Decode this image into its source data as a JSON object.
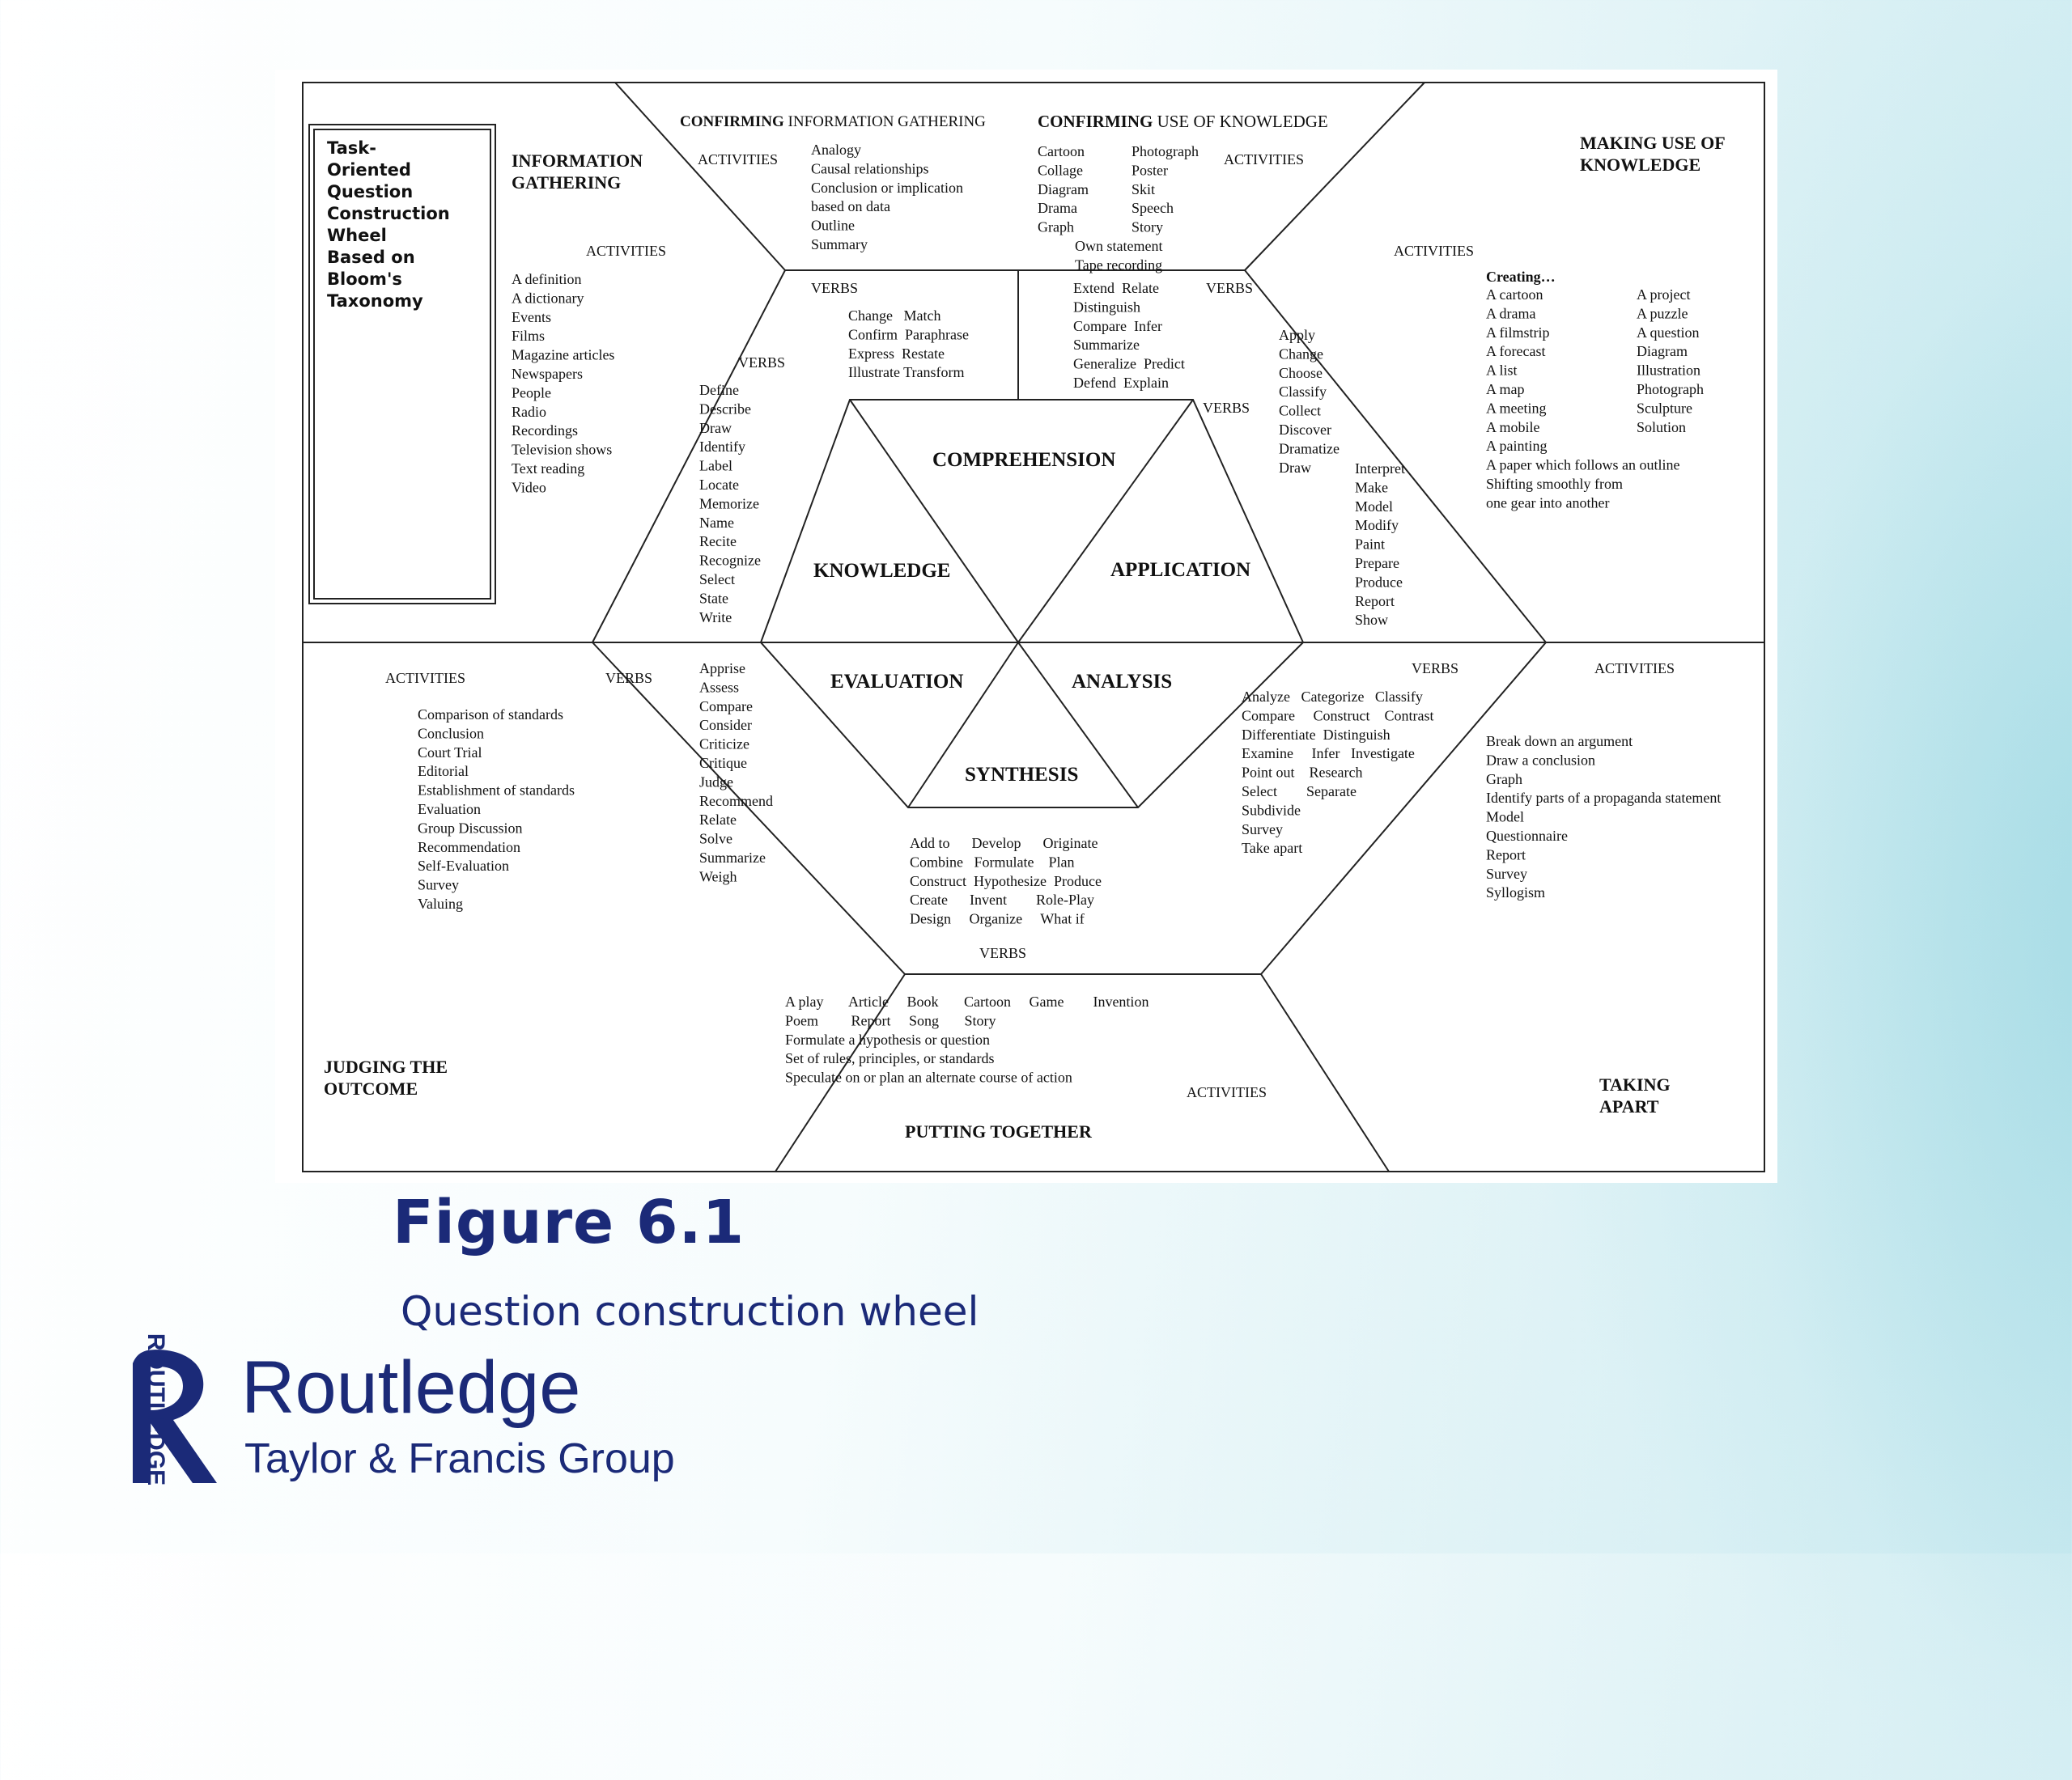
{
  "diagram": {
    "task_box": [
      "Task-",
      "Oriented",
      "Question",
      "Construction",
      "Wheel",
      "Based on",
      "Bloom's",
      "Taxonomy"
    ],
    "inner": {
      "comprehension": "COMPREHENSION",
      "knowledge": "KNOWLEDGE",
      "application": "APPLICATION",
      "evaluation": "EVALUATION",
      "analysis": "ANALYSIS",
      "synthesis": "SYNTHESIS"
    },
    "outer_titles": {
      "info_gathering": [
        "INFORMATION",
        "GATHERING"
      ],
      "confirming_info_bold": "CONFIRMING",
      "confirming_info_rest": " INFORMATION GATHERING",
      "confirming_use_bold": "CONFIRMING",
      "confirming_use_rest": " USE OF KNOWLEDGE",
      "making_use": [
        "MAKING USE OF",
        "KNOWLEDGE"
      ],
      "judging": [
        "JUDGING THE",
        "OUTCOME"
      ],
      "taking_apart": [
        "TAKING",
        "APART"
      ],
      "putting_together": "PUTTING TOGETHER"
    },
    "labels": {
      "activities": "ACTIVITIES",
      "verbs": "VERBS"
    },
    "info_activities": [
      "A definition",
      "A dictionary",
      "Events",
      "Films",
      "Magazine articles",
      "Newspapers",
      "People",
      "Radio",
      "Recordings",
      "Television shows",
      "Text reading",
      "Video"
    ],
    "knowledge_verbs": [
      "Define",
      "Describe",
      "Draw",
      "Identify",
      "Label",
      "Locate",
      "Memorize",
      "Name",
      "Recite",
      "Recognize",
      "Select",
      "State",
      "Write"
    ],
    "confirm_info_activities": [
      "Analogy",
      "Causal relationships",
      "Conclusion or implication",
      "based on data",
      "Outline",
      "Summary"
    ],
    "comprehension_verbs_left": [
      "Change   Match",
      "Confirm  Paraphrase",
      "Express  Restate",
      "Illustrate Transform"
    ],
    "confirm_use_activities": [
      "Cartoon",
      "Collage",
      "Diagram",
      "Drama",
      "Graph"
    ],
    "confirm_use_activities2": [
      "Photograph",
      "Poster",
      "Skit",
      "Speech",
      "Story"
    ],
    "confirm_use_extra": [
      "Own statement",
      "Tape recording"
    ],
    "comprehension_verbs_right": [
      "Extend  Relate",
      "Distinguish",
      "Compare  Infer",
      "Summarize",
      "Generalize  Predict",
      "Defend  Explain"
    ],
    "application_verbs": [
      "Apply",
      "Change",
      "Choose",
      "Classify",
      "Collect",
      "Discover",
      "Dramatize",
      "Draw"
    ],
    "application_verbs2": [
      "Interpret",
      "Make",
      "Model",
      "Modify",
      "Paint",
      "Prepare",
      "Produce",
      "Report",
      "Show"
    ],
    "making_creating": "Creating…",
    "making_col1": [
      "A cartoon",
      "A drama",
      "A filmstrip",
      "A forecast",
      "A list",
      "A map",
      "A meeting",
      "A mobile",
      "A painting",
      "A paper which follows an outline",
      "Shifting smoothly from",
      "one gear into another"
    ],
    "making_col2": [
      "A project",
      "A puzzle",
      "A question",
      "Diagram",
      "Illustration",
      "Photograph",
      "Sculpture",
      "Solution"
    ],
    "judging_activities": [
      "Comparison of standards",
      "Conclusion",
      "Court Trial",
      "Editorial",
      "Establishment of standards",
      "Evaluation",
      "Group Discussion",
      "Recommendation",
      "Self-Evaluation",
      "Survey",
      "Valuing"
    ],
    "evaluation_verbs": [
      "Apprise",
      "Assess",
      "Compare",
      "Consider",
      "Criticize",
      "Critique",
      "Judge",
      "Recommend",
      "Relate",
      "Solve",
      "Summarize",
      "Weigh"
    ],
    "synthesis_verbs": [
      "Add to      Develop      Originate",
      "Combine   Formulate    Plan",
      "Construct  Hypothesize  Produce",
      "Create      Invent        Role-Play",
      "Design     Organize     What if"
    ],
    "analysis_verbs": [
      "Analyze   Categorize   Classify",
      "Compare     Construct    Contrast",
      "Differentiate  Distinguish",
      "Examine     Infer   Investigate",
      "Point out    Research",
      "Select        Separate",
      "Subdivide",
      "Survey",
      "Take apart"
    ],
    "taking_apart_activities": [
      "Break down an argument",
      "Draw a conclusion",
      "Graph",
      "Identify parts of a propaganda statement",
      "Model",
      "Questionnaire",
      "Report",
      "Survey",
      "Syllogism"
    ],
    "putting_activities": [
      "A play       Article     Book       Cartoon     Game        Invention",
      "Poem         Report     Song       Story",
      "Formulate a hypothesis or question",
      "Set of rules, principles, or standards",
      "Speculate on or plan an alternate course of action"
    ]
  },
  "figure": {
    "title": "Figure 6.1",
    "caption": "Question construction wheel"
  },
  "publisher": {
    "name": "Routledge",
    "tagline": "Taylor & Francis Group",
    "vertical": "ROUTLEDGE"
  }
}
